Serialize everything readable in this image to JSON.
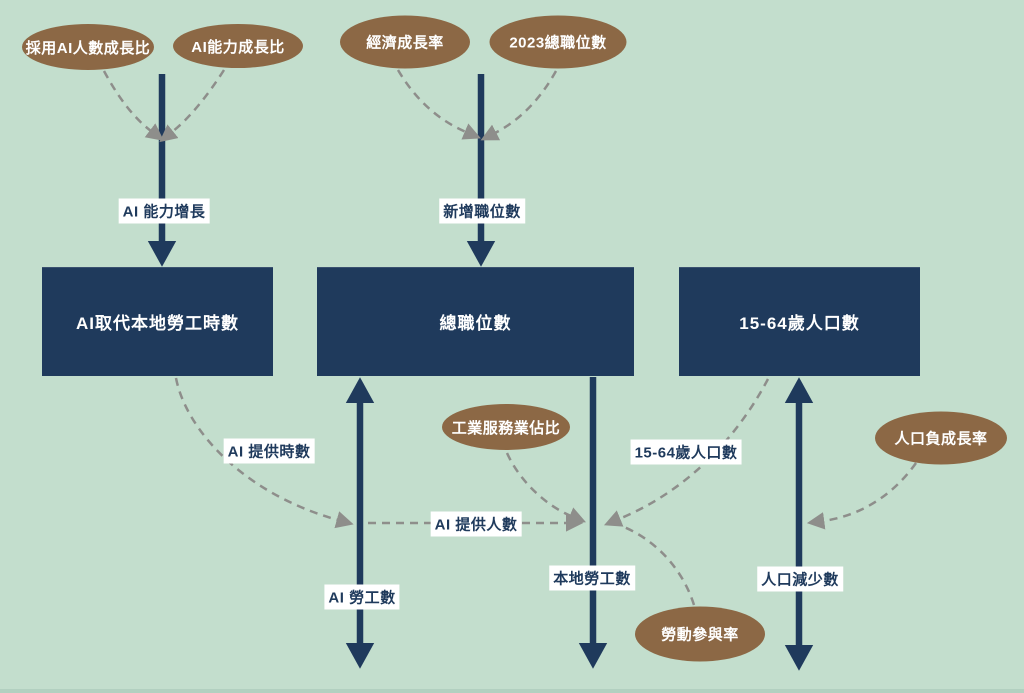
{
  "diagram": {
    "type": "stock-and-flow",
    "colors": {
      "background": "#c3decd",
      "stock_fill": "#1f3a5c",
      "variable_fill": "#8c6845",
      "flow_line": "#1f3a5c",
      "influence_line": "#8e8e8b",
      "node_text": "#ffffff",
      "flow_label_text": "#1f3a5c",
      "flow_label_bg": "#ffffff"
    },
    "stocks": [
      {
        "label": "AI取代本地勞工時數"
      },
      {
        "label": "總職位數"
      },
      {
        "label": "15-64歲人口數"
      }
    ],
    "variables": [
      {
        "label": "採用AI人數成長比"
      },
      {
        "label": "AI能力成長比"
      },
      {
        "label": "經濟成長率"
      },
      {
        "label": "2023總職位數"
      },
      {
        "label": "工業服務業佔比"
      },
      {
        "label": "人口負成長率"
      },
      {
        "label": "勞動參與率"
      }
    ],
    "flow_labels": [
      {
        "label": "AI 能力增長"
      },
      {
        "label": "新增職位數"
      },
      {
        "label": "AI 提供時數"
      },
      {
        "label": "15-64歲人口數"
      },
      {
        "label": "AI 提供人數"
      },
      {
        "label": "AI 勞工數"
      },
      {
        "label": "本地勞工數"
      },
      {
        "label": "人口減少數"
      }
    ]
  }
}
